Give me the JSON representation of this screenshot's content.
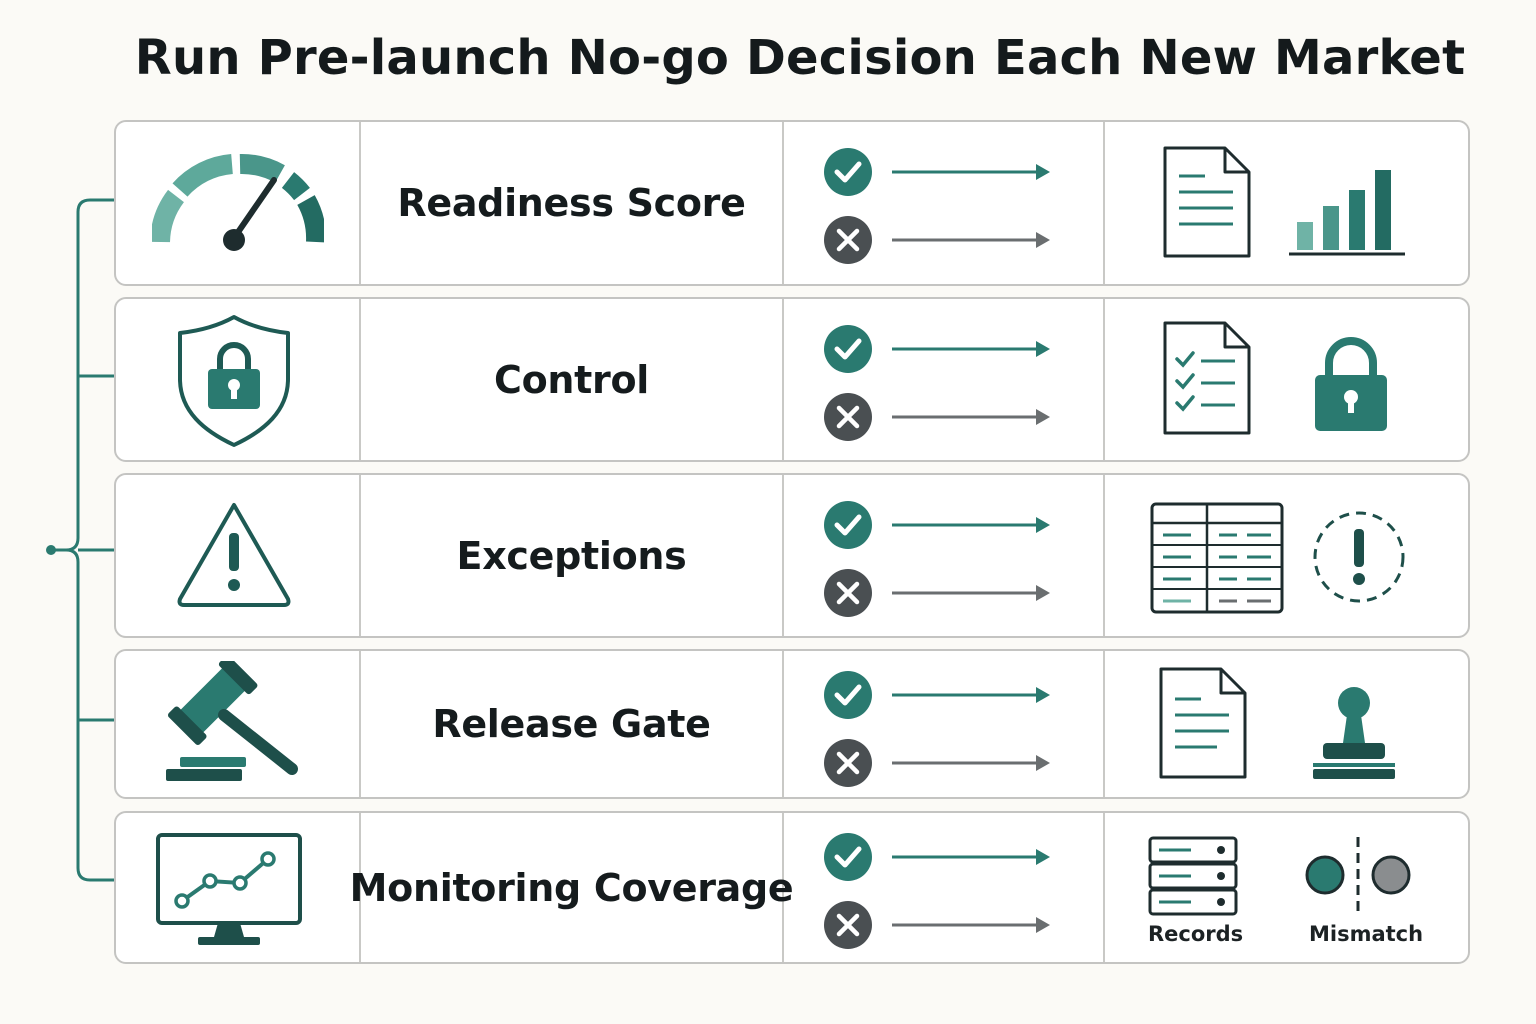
{
  "title": "Run Pre-launch No-go Decision Each New Market",
  "colors": {
    "teal": "#2a7a70",
    "teal_light": "#62ad9f",
    "dark": "#1e2c2e",
    "gray": "#4a4f52",
    "row_border": "#c4c4c2"
  },
  "rows": [
    {
      "label": "Readiness Score",
      "icon": "gauge-icon",
      "outputs": [
        "document-icon",
        "bar-chart-icon"
      ]
    },
    {
      "label": "Control",
      "icon": "shield-lock-icon",
      "outputs": [
        "checklist-icon",
        "padlock-icon"
      ]
    },
    {
      "label": "Exceptions",
      "icon": "warning-triangle-icon",
      "outputs": [
        "table-icon",
        "dashed-alert-icon"
      ]
    },
    {
      "label": "Release Gate",
      "icon": "gavel-icon",
      "outputs": [
        "document-icon",
        "stamp-icon"
      ]
    },
    {
      "label": "Monitoring Coverage",
      "icon": "monitor-chart-icon",
      "outputs": [
        "server-records-icon",
        "mismatch-dots-icon"
      ]
    }
  ],
  "decision_icons": [
    "check-circle-icon",
    "x-circle-icon"
  ],
  "output_labels": {
    "records": "Records",
    "mismatch": "Mismatch"
  }
}
